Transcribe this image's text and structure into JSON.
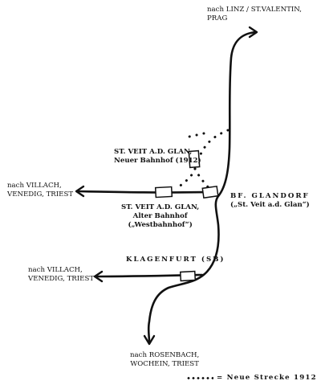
{
  "destinations": {
    "north": {
      "line1": "nach LINZ / ST.VALENTIN,",
      "line2": "PRAG"
    },
    "west_upper": {
      "line1": "nach  VILLACH,",
      "line2": "VENEDIG, TRIEST"
    },
    "west_lower": {
      "line1": "nach VILLACH,",
      "line2": "VENEDIG, TRIEST"
    },
    "south": {
      "line1": "nach ROSENBACH,",
      "line2": "WOCHEIN, TRIEST"
    }
  },
  "stations": {
    "st_veit_neu": {
      "line1": "ST. VEIT A.D. GLAN,",
      "line2": "Neuer Bahnhof (1912)"
    },
    "st_veit_alt": {
      "line1": "ST. VEIT A.D. GLAN,",
      "line2": "Alter Bahnhof",
      "line3": "(„Westbahnhof“)"
    },
    "glandorf": {
      "line1": "BF. GLANDORF",
      "line2": "(„St. Veit a.d. Glan“)"
    },
    "klagenfurt": {
      "line1": "KLAGENFURT (SB)"
    }
  },
  "legend": {
    "text": "= Neue Strecke 1912"
  }
}
